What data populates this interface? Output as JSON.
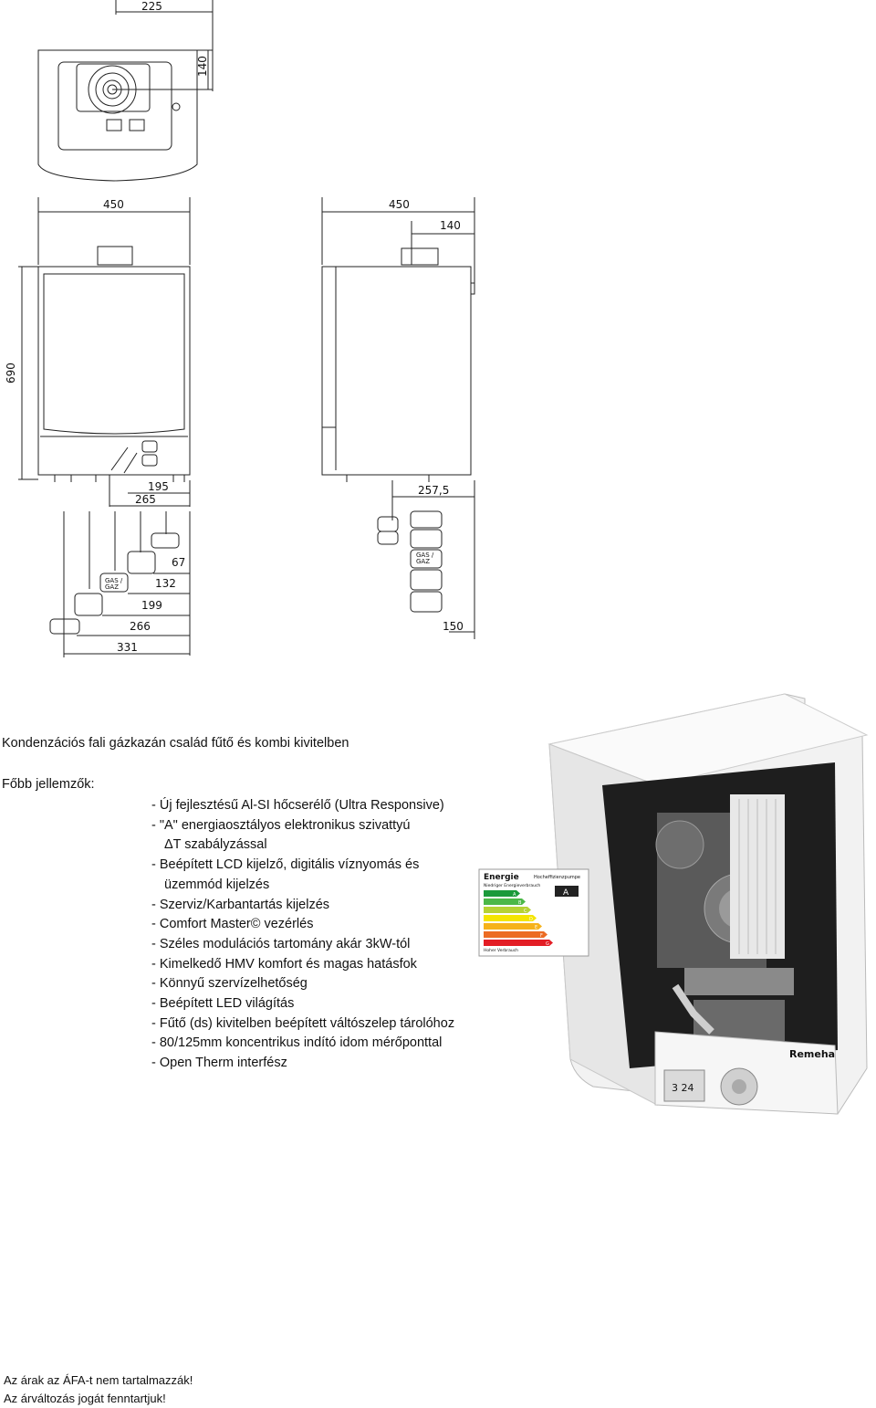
{
  "drawing": {
    "dim_top_width": "225",
    "dim_top_depth": "140",
    "dim_front_width": "450",
    "dim_side_width": "450",
    "dim_side_offset": "140",
    "dim_height": "690",
    "dim_front_195": "195",
    "dim_front_265": "265",
    "dim_side_257": "257,5",
    "conn_67": "67",
    "conn_132": "132",
    "conn_199": "199",
    "conn_266": "266",
    "conn_331": "331",
    "conn_150": "150",
    "gas_label_1": "GAS /",
    "gas_label_2": "GAZ"
  },
  "product_image": {
    "brand": "Remeha",
    "energy_label_title": "Energie",
    "energy_label_sub": "Hocheffizienzpumpe",
    "energy_low": "Niedriger Energieverbrauch",
    "energy_high": "Hoher Verbrauch",
    "energy_class": "A",
    "display_value": "3 24",
    "energy_classes": [
      "A",
      "B",
      "C",
      "D",
      "E",
      "F",
      "G"
    ],
    "energy_colors": [
      "#1a9a3a",
      "#4cb848",
      "#b6d234",
      "#f4e500",
      "#f6b21a",
      "#ec6b23",
      "#e31d25"
    ]
  },
  "text": {
    "intro": "Kondenzációs fali gázkazán család fűtő és kombi kivitelben",
    "features_title": "Főbb jellemzők:",
    "features": [
      "- Új fejlesztésű Al-SI hőcserélő (Ultra Responsive)",
      "- \"A\" energiaosztályos elektronikus szivattyú",
      "ΔT szabályzással",
      "- Beépített LCD kijelző, digitális víznyomás és",
      "üzemmód kijelzés",
      "- Szerviz/Karbantartás kijelzés",
      "- Comfort Master© vezérlés",
      "- Széles modulációs tartomány akár 3kW-tól",
      "- Kimelkedő HMV komfort és magas hatásfok",
      "- Könnyű szervízelhetőség",
      "- Beépített LED világítás",
      "- Fűtő (ds) kivitelben beépített váltószelep tárolóhoz",
      "- 80/125mm koncentrikus indító idom mérőponttal",
      "- Open Therm interfész"
    ],
    "footer_1": "Az árak az ÁFA-t nem tartalmazzák!",
    "footer_2": "Az árváltozás jogát fenntartjuk!"
  }
}
